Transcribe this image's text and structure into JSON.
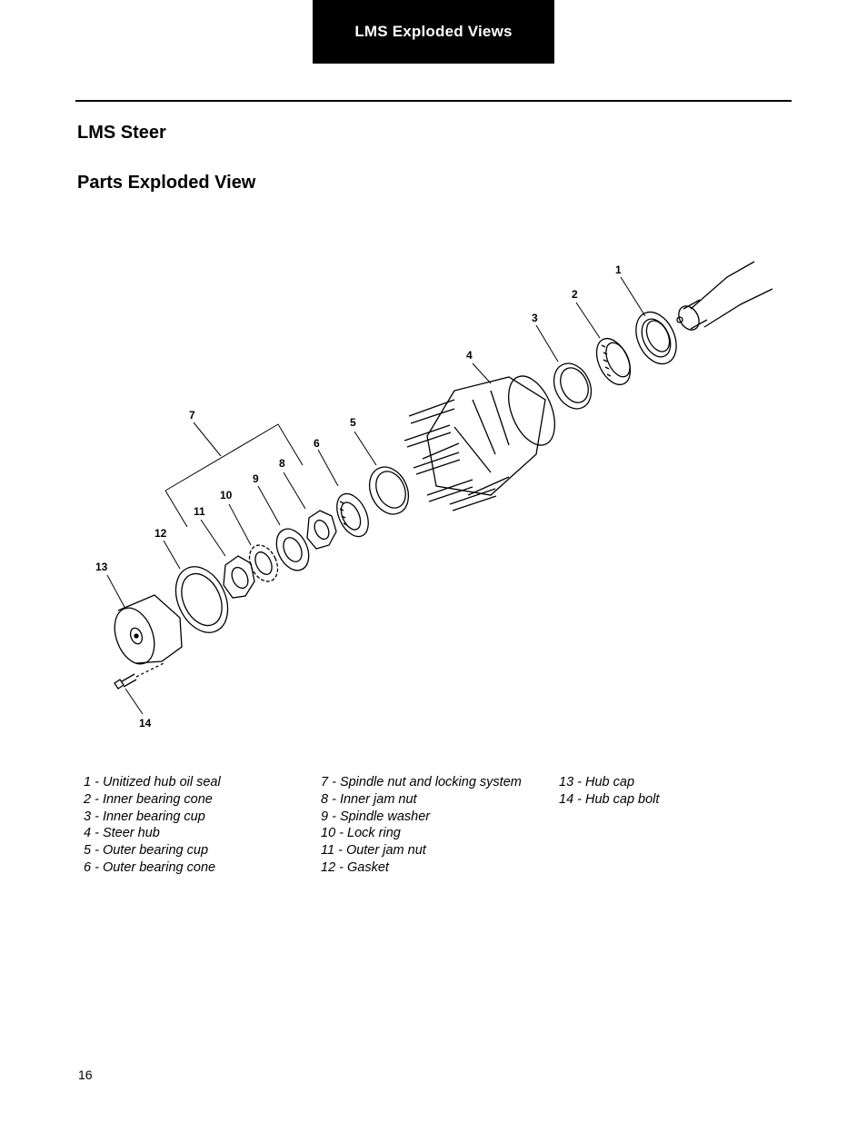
{
  "header": {
    "tab_label": "LMS Exploded Views"
  },
  "section": {
    "title": "LMS Steer",
    "subtitle": "Parts Exploded View"
  },
  "figure": {
    "callouts": [
      "1",
      "2",
      "3",
      "4",
      "5",
      "6",
      "7",
      "8",
      "9",
      "10",
      "11",
      "12",
      "13",
      "14"
    ]
  },
  "legend": {
    "col1": [
      "1 - Unitized hub oil seal",
      "2 - Inner bearing cone",
      "3 - Inner bearing cup",
      "4 - Steer hub",
      "5 - Outer bearing cup",
      "6 - Outer bearing cone"
    ],
    "col2": [
      "7 - Spindle nut and locking system",
      "8 - Inner jam nut",
      "9 - Spindle washer",
      "10 - Lock ring",
      "11 - Outer jam nut",
      "12 - Gasket"
    ],
    "col3": [
      "13 - Hub cap",
      "14 - Hub cap bolt"
    ]
  },
  "footer": {
    "page_number": "16"
  }
}
